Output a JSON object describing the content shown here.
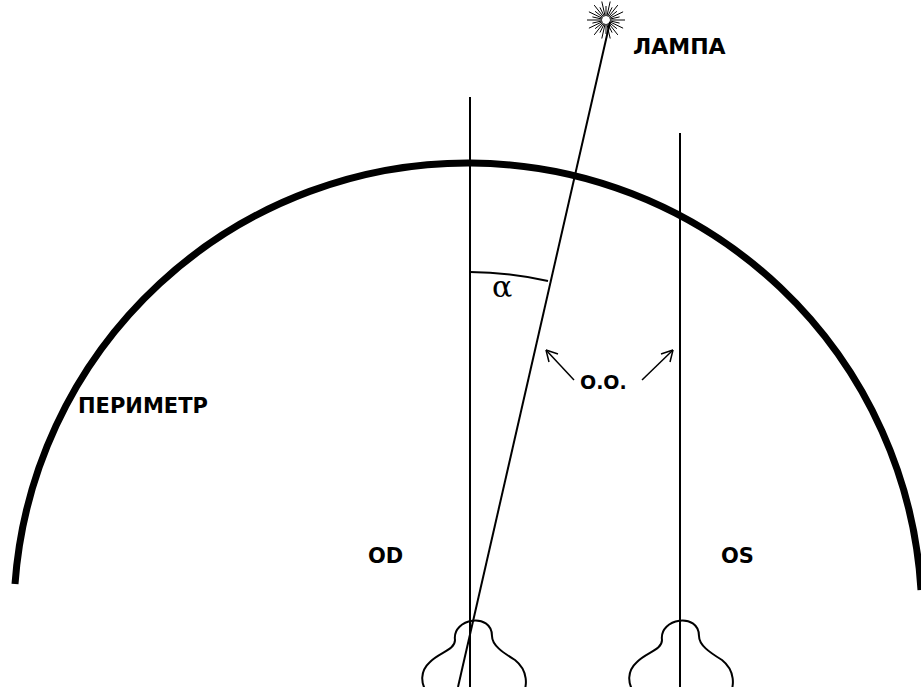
{
  "diagram": {
    "labels": [
      "ЛАМПА",
      "ПЕРИМЕТР",
      "OD",
      "OS",
      "α",
      "О.О."
    ]
  }
}
